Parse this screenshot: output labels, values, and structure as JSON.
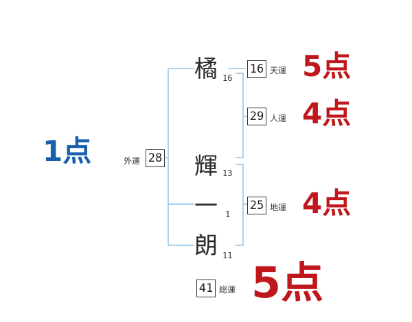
{
  "name": {
    "surname": [
      {
        "char": "橘",
        "strokes": "16"
      }
    ],
    "given": [
      {
        "char": "輝",
        "strokes": "13"
      },
      {
        "char": "一",
        "strokes": "1"
      },
      {
        "char": "朗",
        "strokes": "11"
      }
    ]
  },
  "fortunes": {
    "gaiun": {
      "label": "外運",
      "value": "28",
      "score": "1点"
    },
    "tenun": {
      "label": "天運",
      "value": "16",
      "score": "5点"
    },
    "jinun": {
      "label": "人運",
      "value": "29",
      "score": "4点"
    },
    "chiun": {
      "label": "地運",
      "value": "25",
      "score": "4点"
    },
    "souun": {
      "label": "総運",
      "value": "41",
      "score": "5点"
    }
  },
  "colors": {
    "bracket": "#8fc4e6",
    "good_score": "#c0171c",
    "bad_score": "#1a5fad",
    "text": "#2b2b2b"
  }
}
